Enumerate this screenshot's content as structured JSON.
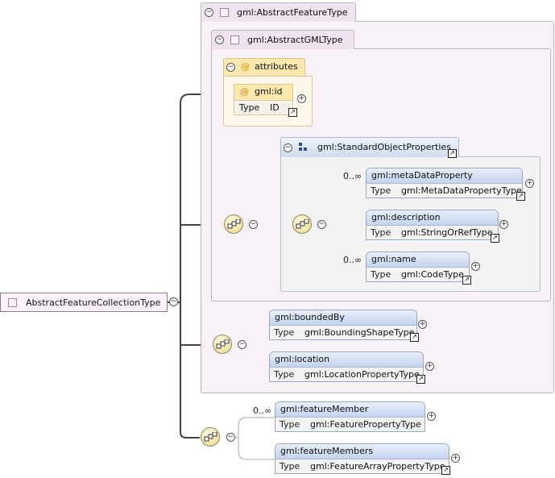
{
  "root": {
    "name": "AbstractFeatureCollectionType"
  },
  "abstract_feature_type": {
    "name": "gml:AbstractFeatureType"
  },
  "abstract_gml_type": {
    "name": "gml:AbstractGMLType"
  },
  "attributes": {
    "label": "attributes",
    "id_attr": {
      "name": "gml:id",
      "type_key": "Type",
      "type_value": "ID"
    }
  },
  "standard_object_properties": {
    "name": "gml:StandardObjectProperties",
    "elements": [
      {
        "name": "gml:metaDataProperty",
        "type_key": "Type",
        "type_value": "gml:MetaDataPropertyType",
        "occurrence": "0..∞"
      },
      {
        "name": "gml:description",
        "type_key": "Type",
        "type_value": "gml:StringOrRefType",
        "occurrence": ""
      },
      {
        "name": "gml:name",
        "type_key": "Type",
        "type_value": "gml:CodeType",
        "occurrence": "0..∞"
      }
    ]
  },
  "feature_elements": [
    {
      "name": "gml:boundedBy",
      "type_key": "Type",
      "type_value": "gml:BoundingShapeType"
    },
    {
      "name": "gml:location",
      "type_key": "Type",
      "type_value": "gml:LocationPropertyType"
    }
  ],
  "collection_elements": [
    {
      "name": "gml:featureMember",
      "type_key": "Type",
      "type_value": "gml:FeaturePropertyType",
      "occurrence": "0..∞"
    },
    {
      "name": "gml:featureMembers",
      "type_key": "Type",
      "type_value": "gml:FeatureArrayPropertyType",
      "occurrence": ""
    }
  ],
  "icons": {
    "collapse": "collapse-icon",
    "expand": "expand-icon",
    "type_square": "complex-type-icon",
    "attribute": "attribute-icon",
    "group": "group-icon",
    "sequence": "sequence-compositor-icon",
    "link": "type-link-icon"
  },
  "colors": {
    "type_tab": "#efe3ef",
    "type_bg": "#f8f2f8",
    "element_header": "#c3d3ef",
    "attribute_header": "#fde8ad"
  }
}
